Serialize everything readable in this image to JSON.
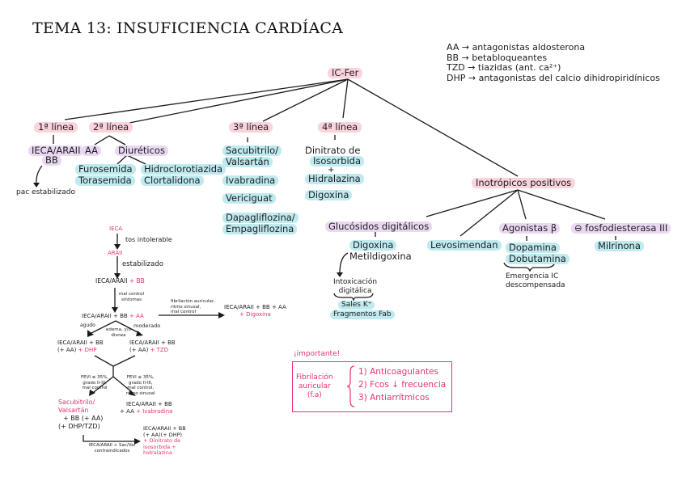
{
  "title": "TEMA 13: INSUFICIENCIA CARDÍACA",
  "legend": [
    "AA → antagonistas aldosterona",
    "BB → betabloqueantes",
    "TZD → tiazidas (ant. ca²⁺)",
    "DHP → antagonistas del calcio dihidropiridínicos"
  ],
  "root": "IC-Fer",
  "lines": {
    "first": {
      "label": "1ª línea",
      "drug_1": "IECA/ARAII",
      "drug_2": "BB",
      "note": "pac estabilizado"
    },
    "second": {
      "label": "2ª línea",
      "aa": "AA",
      "diureticos": "Diuréticos",
      "loop": [
        "Furosemida",
        "Torasemida"
      ],
      "thiazide": [
        "Hidroclorotiazida",
        "Clortalidona"
      ]
    },
    "third": {
      "label": "3ª línea",
      "items": [
        "Sacubitrilo/",
        "Valsartán",
        "Ivabradina",
        "Vericiguat",
        "Dapagliflozina/",
        "Empagliflozina"
      ]
    },
    "fourth": {
      "label": "4ª línea",
      "items": [
        "Dinitrato de",
        "Isosorbida",
        "+",
        "Hidralazina",
        "Digoxina"
      ]
    }
  },
  "inotropicos": {
    "label": "Inotrópicos positivos",
    "glucosidos": {
      "label": "Glucósidos digitálicos",
      "items": [
        "Digoxina",
        "Metildigoxina"
      ],
      "intox": [
        "Intoxicación",
        "digitálica"
      ],
      "treatment": [
        "Sales K⁺",
        "Fragmentos Fab"
      ]
    },
    "levosimendan": "Levosimendan",
    "agonistas": {
      "label": "Agonistas β",
      "items": [
        "Dopamina",
        "Dobutamina"
      ],
      "note": [
        "Emergencia IC",
        "descompensada"
      ]
    },
    "fosfodiesterasa": {
      "label": "⊖ fosfodiesterasa III",
      "items": [
        "Milrinona"
      ]
    }
  },
  "flow": {
    "ieca": "IECA",
    "tos": "tos intolerable",
    "araii": "ARAII",
    "estabilizado": "estabilizado",
    "step3_black": "IECA/ARAII",
    "step3_mag": "+ BB",
    "mal_control": [
      "mal control",
      "síntomas"
    ],
    "step4_black": "IECA/ARAII + BB",
    "step4_mag": "+ AA",
    "fa_note": [
      "fibrilación auricular,",
      "ritmo sinusal,",
      "mal control"
    ],
    "dig_black": "IECA/ARAII + BB + AA",
    "dig_mag": "+ Digoxina",
    "agudo": "agudo",
    "moderado": "moderado",
    "edema": [
      "edema, y/o",
      "disnea"
    ],
    "left_black": [
      "IECA/ARAII + BB",
      "(+ AA)"
    ],
    "left_mag": "+ DHP",
    "right_black": [
      "IECA/ARAII + BB",
      "(+ AA)"
    ],
    "right_mag": "+ TZD",
    "fe_left": [
      "FEVI ≤ 35%,",
      "grado II-III,",
      "mal control"
    ],
    "fe_right": [
      "FEVI ≤ 35%,",
      "grado II-III,",
      "mal control,",
      "ritmo sinusal"
    ],
    "sacu_mag": [
      "Sacubitrilo/",
      "Valsartán"
    ],
    "sacu_black": [
      "+ BB (+ AA)",
      "(+ DHP/TZD)"
    ],
    "iva_black": [
      "IECA/ARAII + BB",
      "+ AA"
    ],
    "iva_mag": "+ Ivabradina",
    "bottom_note": [
      "IECA/ARAII + Sac/Val",
      "contraindicados"
    ],
    "final_black": [
      "IECA/ARAII + BB",
      "(+ AA)(+ DHP)"
    ],
    "final_mag": [
      "+ Dinitrato de",
      "isosorbida +",
      "hidralazina"
    ]
  },
  "important": {
    "heading": "¡importante!",
    "condition": [
      "Fibrilación",
      "auricular",
      "(f.a)"
    ],
    "items": [
      "1) Anticoagulantes",
      "2) Fcos ↓ frecuencia",
      "3) Antiarrítmicos"
    ]
  },
  "colors": {
    "highlight_pink": "#fbd3dc",
    "highlight_purple": "#ead8f3",
    "highlight_cyan": "#bfeaf0",
    "accent_magenta": "#e8336f"
  }
}
